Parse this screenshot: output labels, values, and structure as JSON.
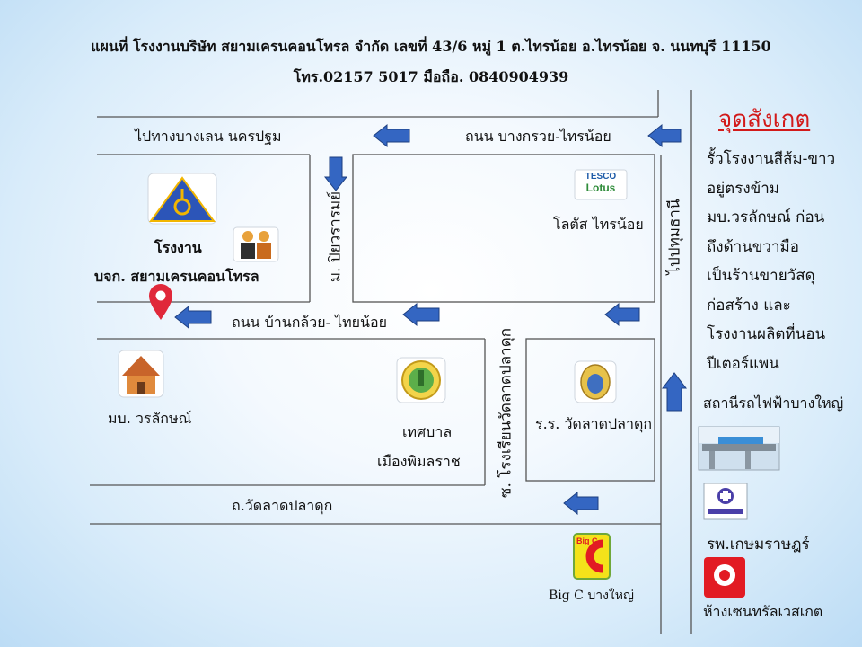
{
  "header": {
    "line1": "แผนที่ โรงงานบริษัท สยามเครนคอนโทรล จำกัด เลขที่ 43/6 หมู่ 1 ต.ไทรน้อย อ.ไทรน้อย จ. นนทบุรี 11150",
    "line2": "โทร.02157 5017   มือถือ. 0840904939"
  },
  "roads": {
    "to_bang_len": "ไปทางบางเลน นครปฐม",
    "bang_kruai_sai_noi": "ถนน บางกรวย-ไทรน้อย",
    "ban_kluai_sai_noi": "ถนน บ้านกล้วย- ไทยน้อย",
    "wat_lat_pla_duk": "ถ.วัดลาดปลาดุก",
    "to_pathum_thani": "ไปปทุมธานี",
    "soi_piyawaram": "ม. ปิยวรารมย์",
    "soi_school": "ซ. โรงเรียนวัดลาดปลาดุก"
  },
  "places": {
    "factory_label": "โรงงาน",
    "company_label": "บจก. สยามเครนคอนโทรล",
    "lotus_logo_top": "TESCO",
    "lotus_logo_bottom": "Lotus",
    "lotus_label": "โลตัส ไทรน้อย",
    "village_label": "มบ. วรลักษณ์",
    "municipality_line1": "เทศบาล",
    "municipality_line2": "เมืองพิมลราช",
    "school_label": "ร.ร. วัดลาดปลาดุก",
    "bigc_logo": "Big C",
    "bigc_label": "Big C บางใหญ่"
  },
  "sidebar": {
    "title": "จุดสังเกต",
    "notes": [
      "รั้วโรงงานสีส้ม-ขาว",
      "อยู่ตรงข้าม",
      "มบ.วรลักษณ์ ก่อน",
      "ถึงด้านขวามือ",
      "เป็นร้านขายวัสดุ",
      "ก่อสร้าง และ",
      "โรงงานผลิตที่นอน",
      "ปีเตอร์แพน"
    ],
    "station_label": "สถานีรถไฟฟ้าบางใหญ่",
    "hospital_label": "รพ.เกษมราษฎร์",
    "mall_label": "ห้างเซนทรัลเวสเกต"
  },
  "colors": {
    "arrow_blue": "#3466c2",
    "pin_red": "#e0283a",
    "title_red": "#d21a1a"
  }
}
